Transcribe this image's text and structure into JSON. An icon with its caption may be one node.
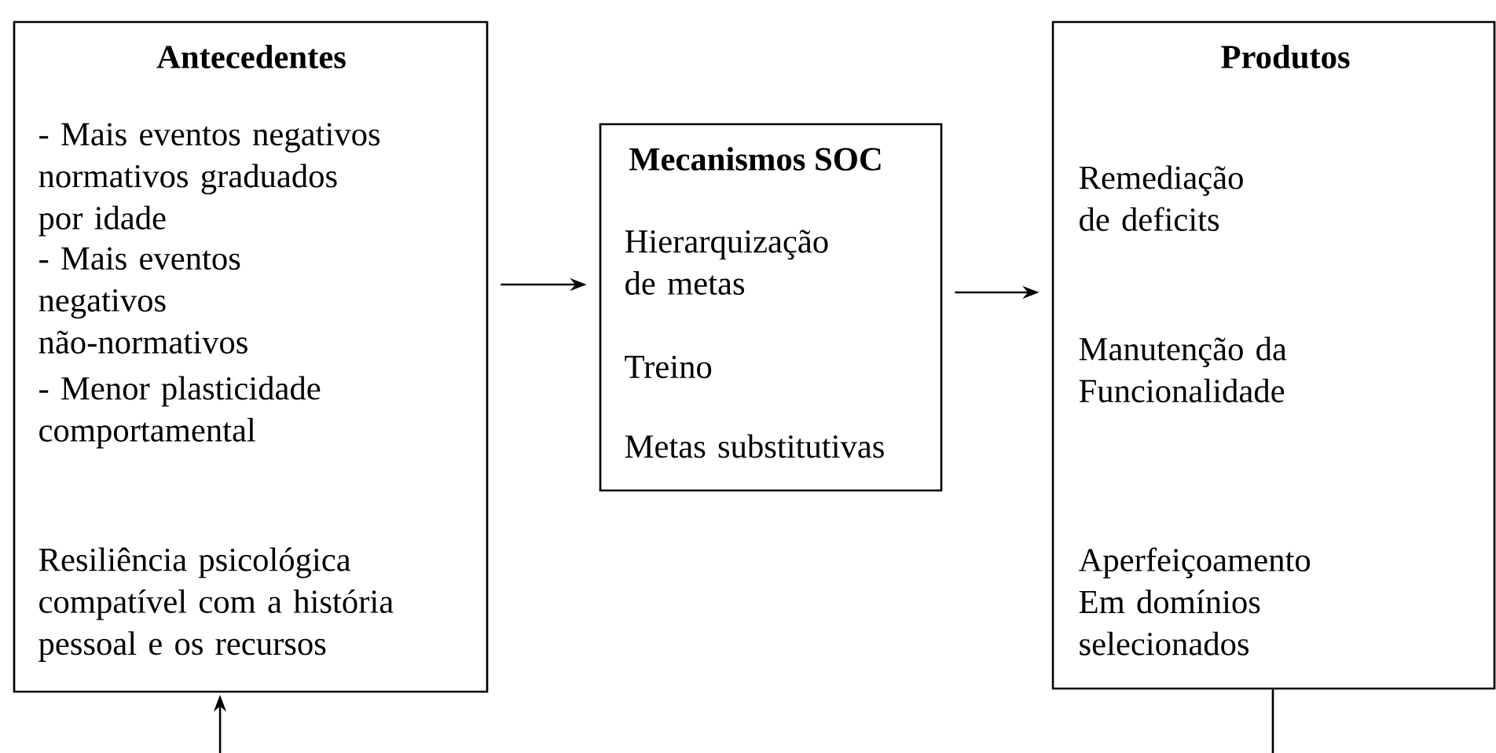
{
  "diagram": {
    "nodes": [
      {
        "text": [
          "Antecedentes",
          "- Mais eventos negativos normativos graduados por idade",
          "- Mais eventos negativos não-normativos",
          "- Menor plasticidade comportamental",
          "Resiliência psicológica compatível com a história pessoal e os recursos"
        ]
      },
      {
        "text": [
          "Mecanismos SOC",
          "Hierarquização de metas",
          "Treino",
          "Metas substitutivas"
        ]
      },
      {
        "text": [
          "Produtos",
          "Remediação de deficits",
          "Manutenção da Funcionalidade",
          "Aperfeiçoamento Em domínios selecionados"
        ]
      }
    ],
    "edges": [
      {
        "from": 0,
        "to": 1,
        "arrow": "to"
      },
      {
        "from": 1,
        "to": 2,
        "arrow": "to"
      },
      {
        "from": null,
        "to": 0,
        "arrow": "to"
      },
      {
        "from": 2,
        "to": null,
        "arrow": "none"
      }
    ]
  }
}
